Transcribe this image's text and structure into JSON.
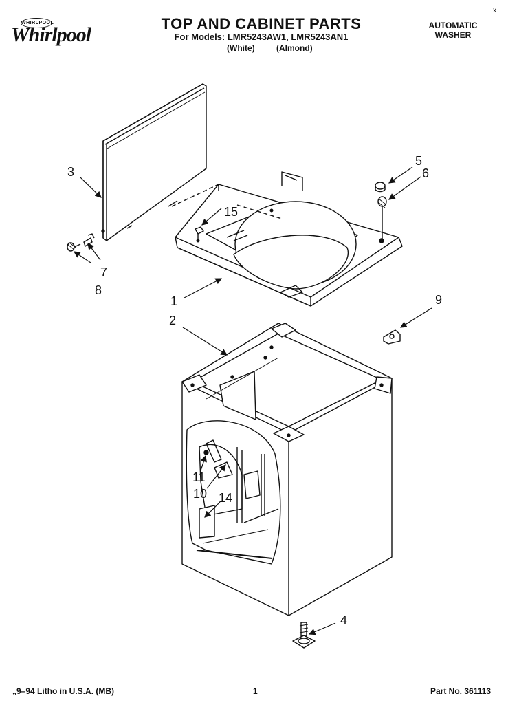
{
  "brand": {
    "badge": "WHIRLPOOL",
    "name": "Whirlpool"
  },
  "header": {
    "title": "TOP AND CABINET PARTS",
    "models": "For Models: LMR5243AW1, LMR5243AN1",
    "variant_white": "(White)",
    "variant_almond": "(Almond)",
    "product_line1": "AUTOMATIC",
    "product_line2": "WASHER",
    "corner_mark": "x"
  },
  "callouts": {
    "c1": "1",
    "c2": "2",
    "c3": "3",
    "c4": "4",
    "c5": "5",
    "c6": "6",
    "c7": "7",
    "c8": "8",
    "c9": "9",
    "c10": "10",
    "c11": "11",
    "c14": "14",
    "c15": "15"
  },
  "footer": {
    "litho": "„9–94 Litho in U.S.A. (MB)",
    "page": "1",
    "part_no": "Part No. 361113"
  }
}
